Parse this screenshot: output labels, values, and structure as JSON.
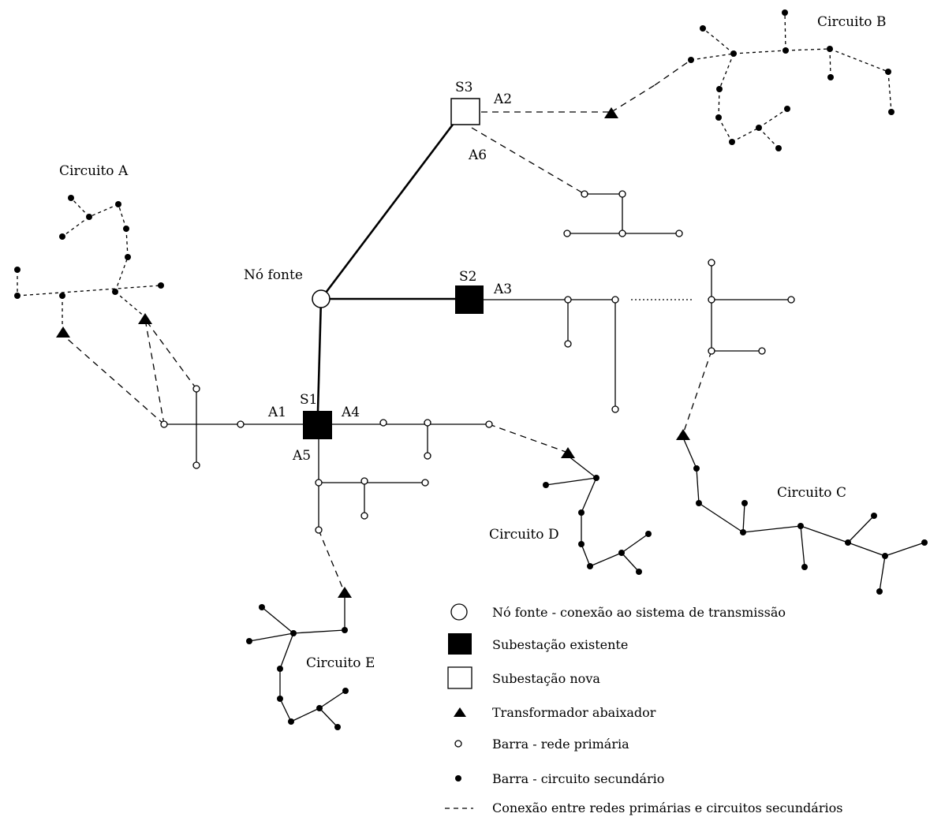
{
  "diagram": {
    "labels": {
      "circuito_a": "Circuito A",
      "circuito_b": "Circuito B",
      "circuito_c": "Circuito C",
      "circuito_d": "Circuito D",
      "circuito_e": "Circuito E",
      "no_fonte": "Nó fonte",
      "s1": "S1",
      "s2": "S2",
      "s3": "S3",
      "a1": "A1",
      "a2": "A2",
      "a3": "A3",
      "a4": "A4",
      "a5": "A5",
      "a6": "A6"
    },
    "legend": [
      {
        "symbol": "source-node",
        "text": "Nó fonte - conexão ao sistema de transmissão"
      },
      {
        "symbol": "existing-substation",
        "text": "Subestação existente"
      },
      {
        "symbol": "new-substation",
        "text": "Subestação nova"
      },
      {
        "symbol": "step-down-transformer",
        "text": "Transformador abaixador"
      },
      {
        "symbol": "primary-bus",
        "text": "Barra - rede primária"
      },
      {
        "symbol": "secondary-bus",
        "text": "Barra - circuito secundário"
      },
      {
        "symbol": "dashed-connection",
        "text": "Conexão entre redes primárias e circuitos secundários"
      }
    ]
  }
}
